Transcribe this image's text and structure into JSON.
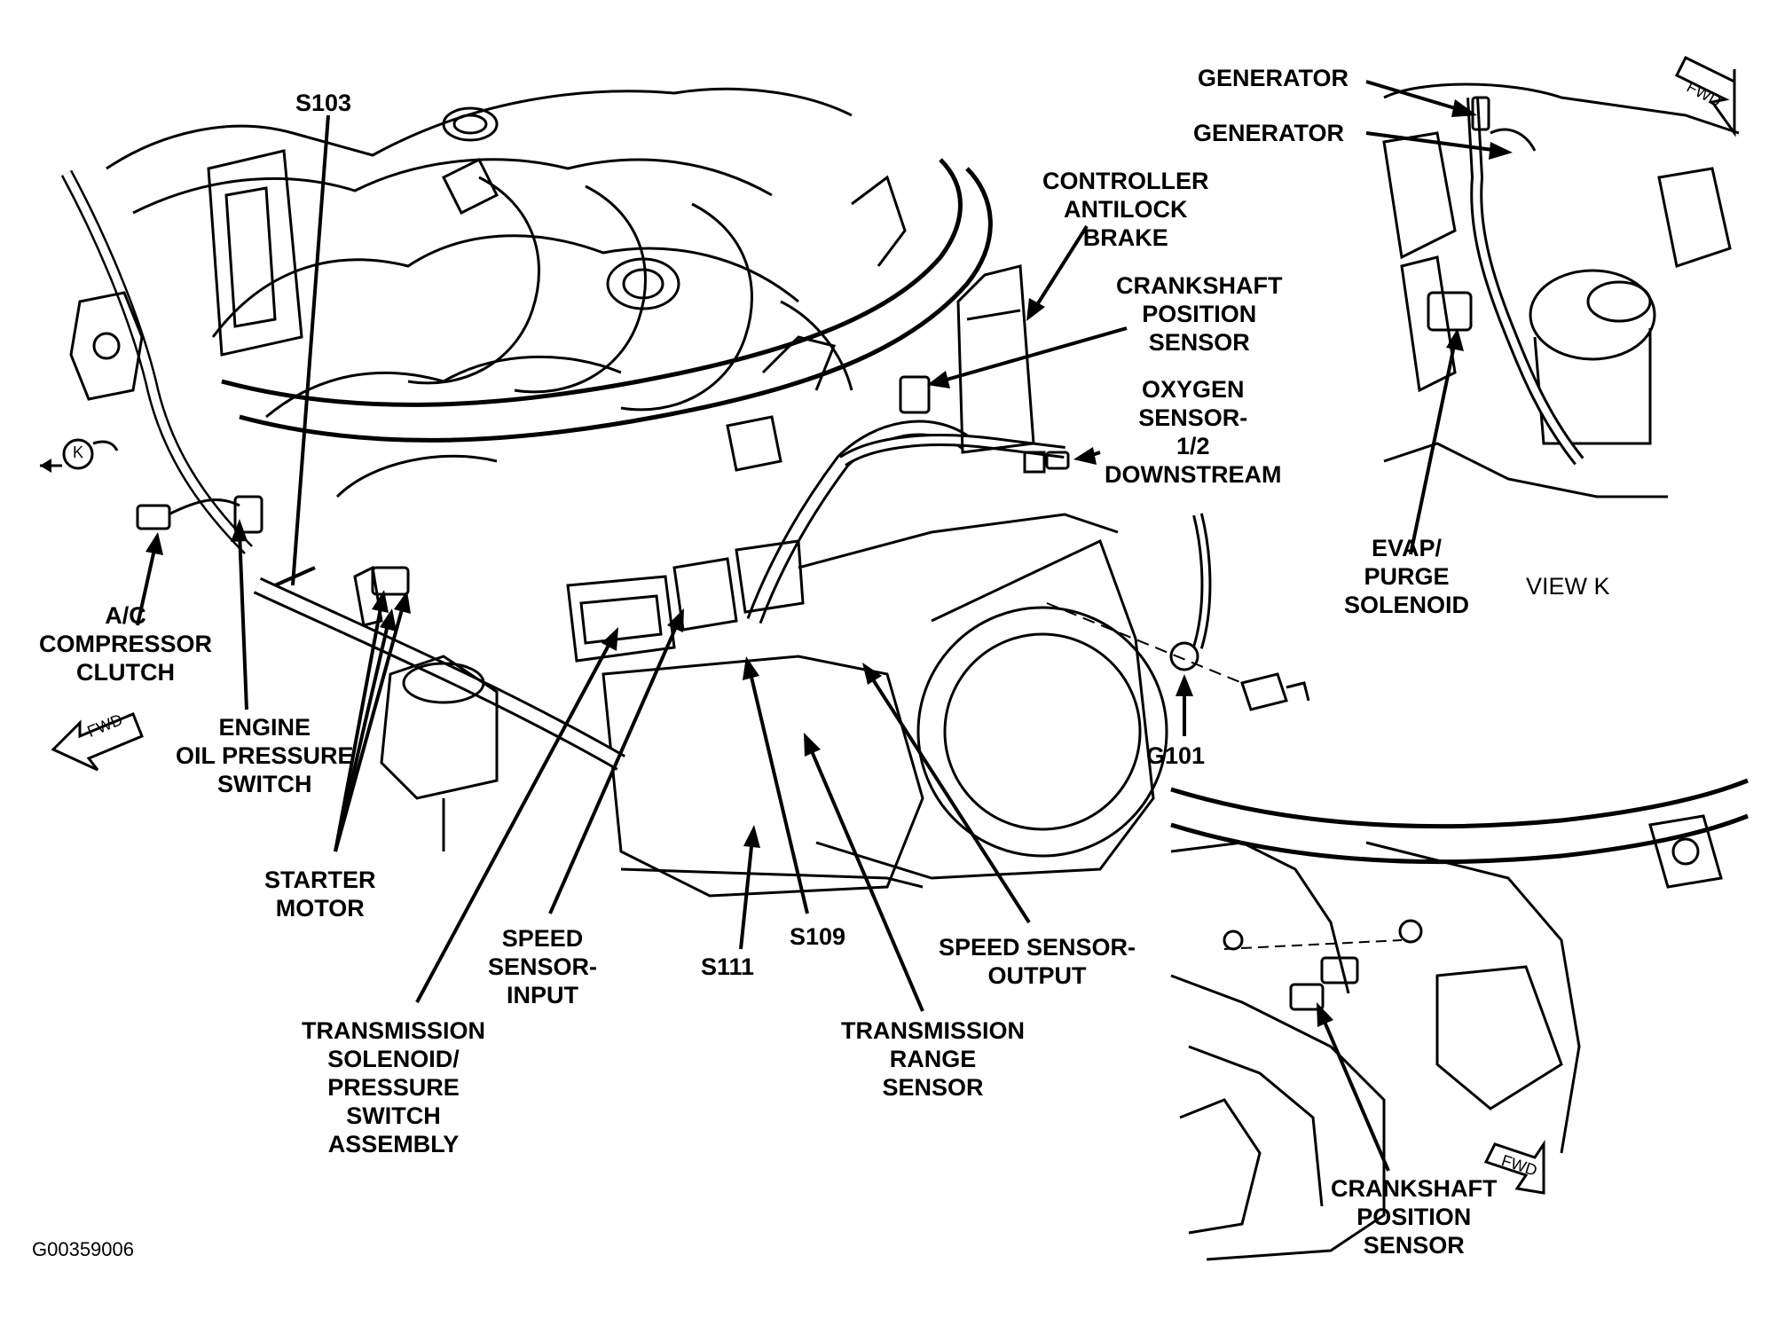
{
  "labels": {
    "s103": "S103",
    "generator_1": "GENERATOR",
    "generator_2": "GENERATOR",
    "controller_antilock_brake": [
      "CONTROLLER",
      "ANTILOCK",
      "BRAKE"
    ],
    "crankshaft_position_sensor_top": [
      "CRANKSHAFT",
      "POSITION",
      "SENSOR"
    ],
    "oxygen_sensor": [
      "OXYGEN",
      "SENSOR-",
      "1/2",
      "DOWNSTREAM"
    ],
    "evap_purge_solenoid": [
      "EVAP/",
      "PURGE",
      "SOLENOID"
    ],
    "view_k": "VIEW K",
    "ac_compressor_clutch": [
      "A/C",
      "COMPRESSOR",
      "CLUTCH"
    ],
    "engine_oil_pressure_switch": [
      "ENGINE",
      "OIL PRESSURE",
      "SWITCH"
    ],
    "starter_motor": [
      "STARTER",
      "MOTOR"
    ],
    "g101": "G101",
    "speed_sensor_input": [
      "SPEED",
      "SENSOR-",
      "INPUT"
    ],
    "s111": "S111",
    "s109": "S109",
    "speed_sensor_output": [
      "SPEED SENSOR-",
      "OUTPUT"
    ],
    "transmission_solenoid": [
      "TRANSMISSION",
      "SOLENOID/",
      "PRESSURE",
      "SWITCH",
      "ASSEMBLY"
    ],
    "transmission_range_sensor": [
      "TRANSMISSION",
      "RANGE",
      "SENSOR"
    ],
    "crankshaft_position_sensor_bottom": [
      "CRANKSHAFT",
      "POSITION",
      "SENSOR"
    ],
    "figure_id": "G00359006",
    "fwd_marker": "FWD",
    "view_marker": "K"
  }
}
